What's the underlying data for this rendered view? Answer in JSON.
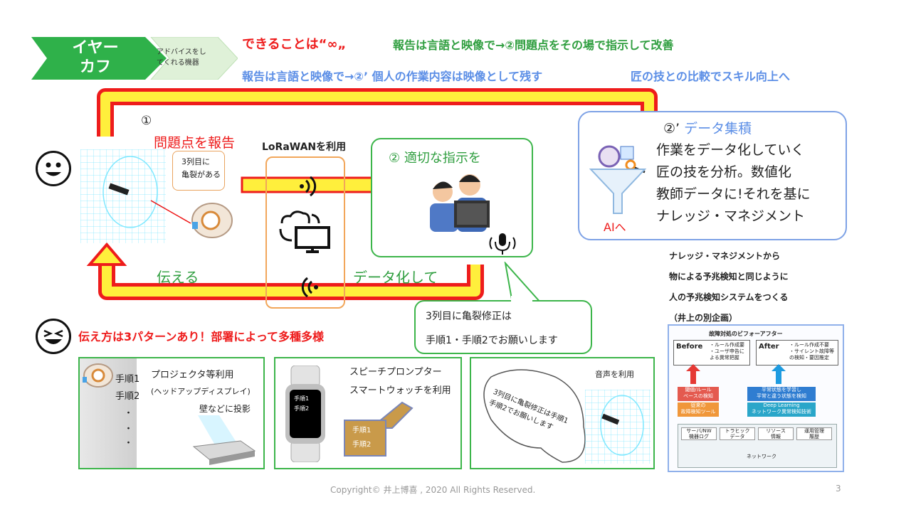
{
  "header": {
    "badge_line1": "イヤー",
    "badge_line2": "カフ",
    "subbadge_line1": "アドバイスをし",
    "subbadge_line2": "てくれる機器",
    "line1_red": "できることは“∞„",
    "line1_green": "報告は言語と映像で→②問題点をその場で指示して改善",
    "line2_blue_a": "報告は言語と映像で→②’ 個人の作業内容は映像として残す",
    "line2_blue_b": "匠の技との比較でスキル向上へ"
  },
  "flow": {
    "step1_num": "①",
    "step1_label": "問題点を報告",
    "bubble_line1": "3列目に",
    "bubble_line2": "亀裂がある",
    "lorawan_label": "LoRaWANを利用",
    "step2_label": "② 適切な指示を",
    "step2p_prefix": "②’",
    "step2p_label": "データ集積",
    "data_lines": [
      "作業をデータ化していく",
      "匠の技を分析。数値化",
      "教師データに!それを基に",
      "ナレッジ・マネジメント"
    ],
    "ai_label": "AIへ",
    "convey_label": "伝える",
    "datafy_label": "データ化して",
    "instruction_line1": "3列目に亀裂修正は",
    "instruction_line2": "手順1・手順2でお願いします"
  },
  "knowledge": {
    "lines": [
      "ナレッジ・マネジメントから",
      "物による予兆検知と同じように",
      "人の予兆検知システムをつくる",
      "（井上の別企画）"
    ],
    "diagram": {
      "title": "故障対処のビフォーアフター",
      "before": "Before",
      "before_notes": [
        "・ルール作成要",
        "・ユーザ申告に",
        "よる異常把握"
      ],
      "after": "After",
      "after_notes": [
        "・ルール作成不要",
        "・サイレント故障等",
        "の検知・要因推定"
      ],
      "left_box1": "閾値/ルール\nベースの検知",
      "left_box2": "従来の\n故障検知ツール",
      "right_box1": "平常状態を学習し\n平常と違う状態を検知",
      "right_box2": "Deep Learning\nネットワーク異常検知技術",
      "sources": [
        "サーバ/NW\n機器ログ",
        "トラヒック\nデータ",
        "リソース\n情報",
        "運用管理\n履歴"
      ],
      "network": "ネットワーク"
    }
  },
  "patterns": {
    "heading": "伝え方は3パターンあり！部署によって多種多様",
    "panel1": {
      "steps": [
        "手順1",
        "手順2",
        "・",
        "・",
        "・"
      ],
      "title": "プロジェクタ等利用",
      "sub": "(ヘッドアップディスプレイ)",
      "note": "壁などに投影"
    },
    "panel2": {
      "title1": "スピーチプロンプター",
      "title2": "スマートウォッチを利用",
      "card_steps": [
        "手順1",
        "手順2"
      ],
      "watch_steps": [
        "手順1",
        "手順2"
      ]
    },
    "panel3": {
      "title": "音声を利用",
      "speech_line1": "3列目に亀裂修正は手順1",
      "speech_line2": "手順2でお願いします"
    }
  },
  "footer": {
    "copyright": "Copyright© 井上博喜 , 2020 All Rights Reserved.",
    "page": "3"
  }
}
